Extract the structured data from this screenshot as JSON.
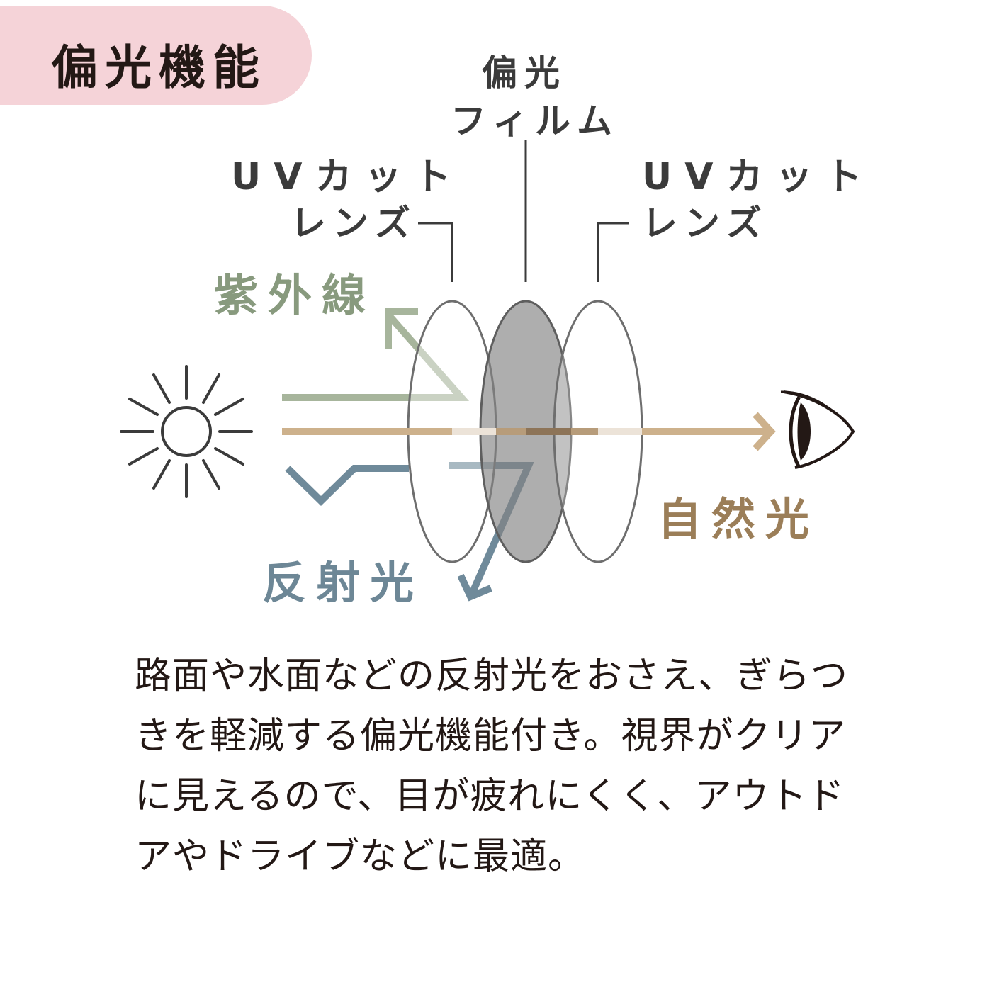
{
  "badge": {
    "text": "偏光機能",
    "color": "#f5d3d8"
  },
  "labels": {
    "polarizing_film": [
      "偏光",
      "フィルム"
    ],
    "uv_lens_left": [
      "UVカット",
      "レンズ"
    ],
    "uv_lens_right": [
      "UVカット",
      "レンズ"
    ],
    "ultraviolet": "紫外線",
    "reflected_light": "反射光",
    "natural_light": "自然光"
  },
  "colors": {
    "ultraviolet": "#a7b59c",
    "reflected": "#6f8a9a",
    "natural": "#cdb18c",
    "film": "#a8a8a8",
    "outline": "#6e6e6e"
  },
  "icons": {
    "light_source": "sun-icon",
    "viewer": "eye-icon"
  },
  "description": "路面や水面などの反射光をおさえ、ぎらつきを軽減する偏光機能付き。視界がクリアに見えるので、目が疲れにくく、アウトドアやドライブなどに最適。"
}
